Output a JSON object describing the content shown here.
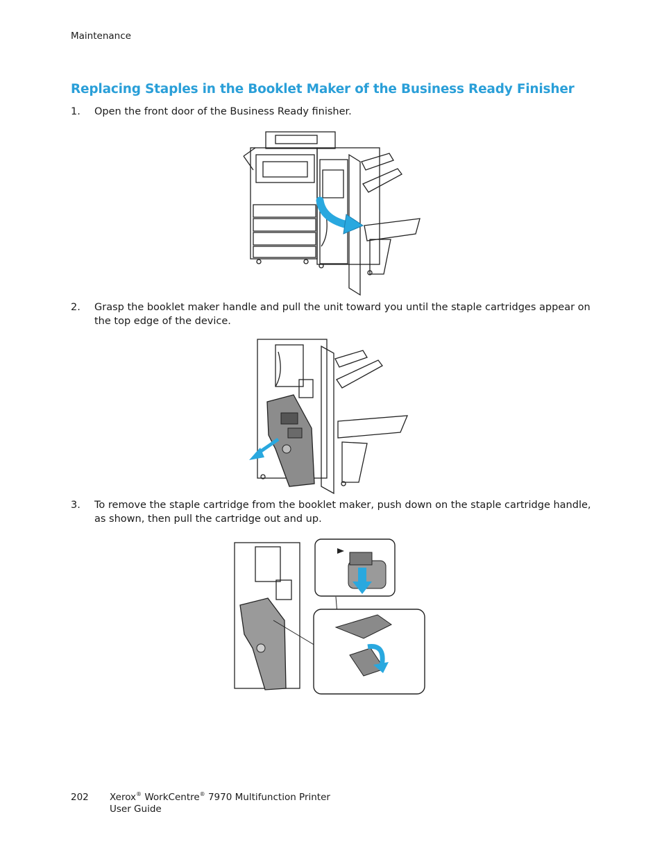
{
  "header": {
    "section": "Maintenance"
  },
  "title": "Replacing Staples in the Booklet Maker of the Business Ready Finisher",
  "steps": [
    {
      "number": "1.",
      "text": "Open the front door of the Business Ready finisher."
    },
    {
      "number": "2.",
      "text": "Grasp the booklet maker handle and pull the unit toward you until the staple cartridges appear on the top edge of the device."
    },
    {
      "number": "3.",
      "text": "To remove the staple cartridge from the booklet maker, push down on the staple cartridge handle, as shown, then pull the cartridge out and up."
    }
  ],
  "footer": {
    "page_number": "202",
    "brand": "Xerox",
    "registered": "®",
    "product": "WorkCentre",
    "model": " 7970 Multifunction Printer",
    "guide": "User Guide"
  },
  "colors": {
    "accent": "#2a9fd8",
    "arrow": "#29a8df",
    "line": "#222222",
    "fill_gray": "#8c8c8c"
  }
}
